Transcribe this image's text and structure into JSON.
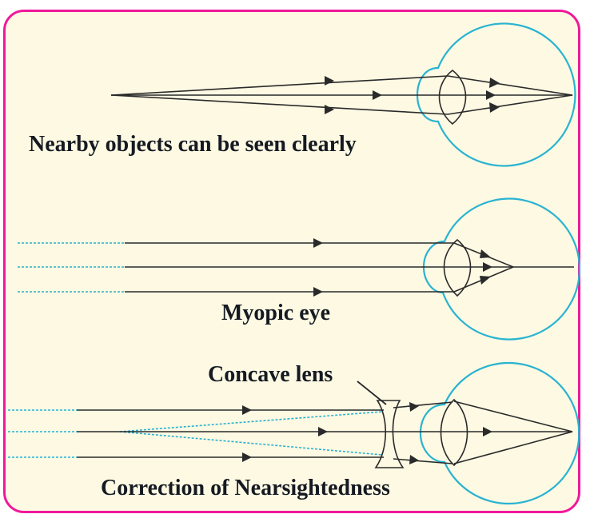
{
  "figure": {
    "panels": [
      {
        "id": "normal-near",
        "caption": "Nearby objects can be seen clearly"
      },
      {
        "id": "myopic",
        "caption": "Myopic eye"
      },
      {
        "id": "correction",
        "caption": "Correction of Nearsightedness",
        "lens_label": "Concave lens"
      }
    ]
  },
  "colors": {
    "border": "#f0199a",
    "background": "#fdf9e3",
    "eye_outline": "#29b3d1",
    "ray": "#2a2a2a",
    "virtual_ray": "#29b3d1",
    "text": "#151a22"
  }
}
